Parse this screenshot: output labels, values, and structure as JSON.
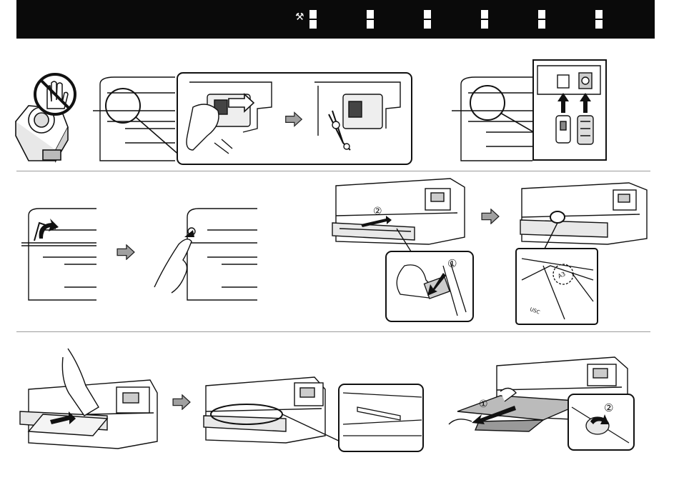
{
  "header": {
    "tool_icon": "wrench-screwdriver-icon",
    "language_boxes": 6
  },
  "step_labels": {
    "tray_step1": "①",
    "tray_step2": "②",
    "size_mark": "A3",
    "size_mark2": "USC",
    "feed_step1": "①",
    "feed_step2": "②"
  },
  "colors": {
    "header_bg": "#0a0a0a",
    "arrow_gray": "#9b9b9b",
    "line": "#111111",
    "divider": "#9c9c9c"
  }
}
